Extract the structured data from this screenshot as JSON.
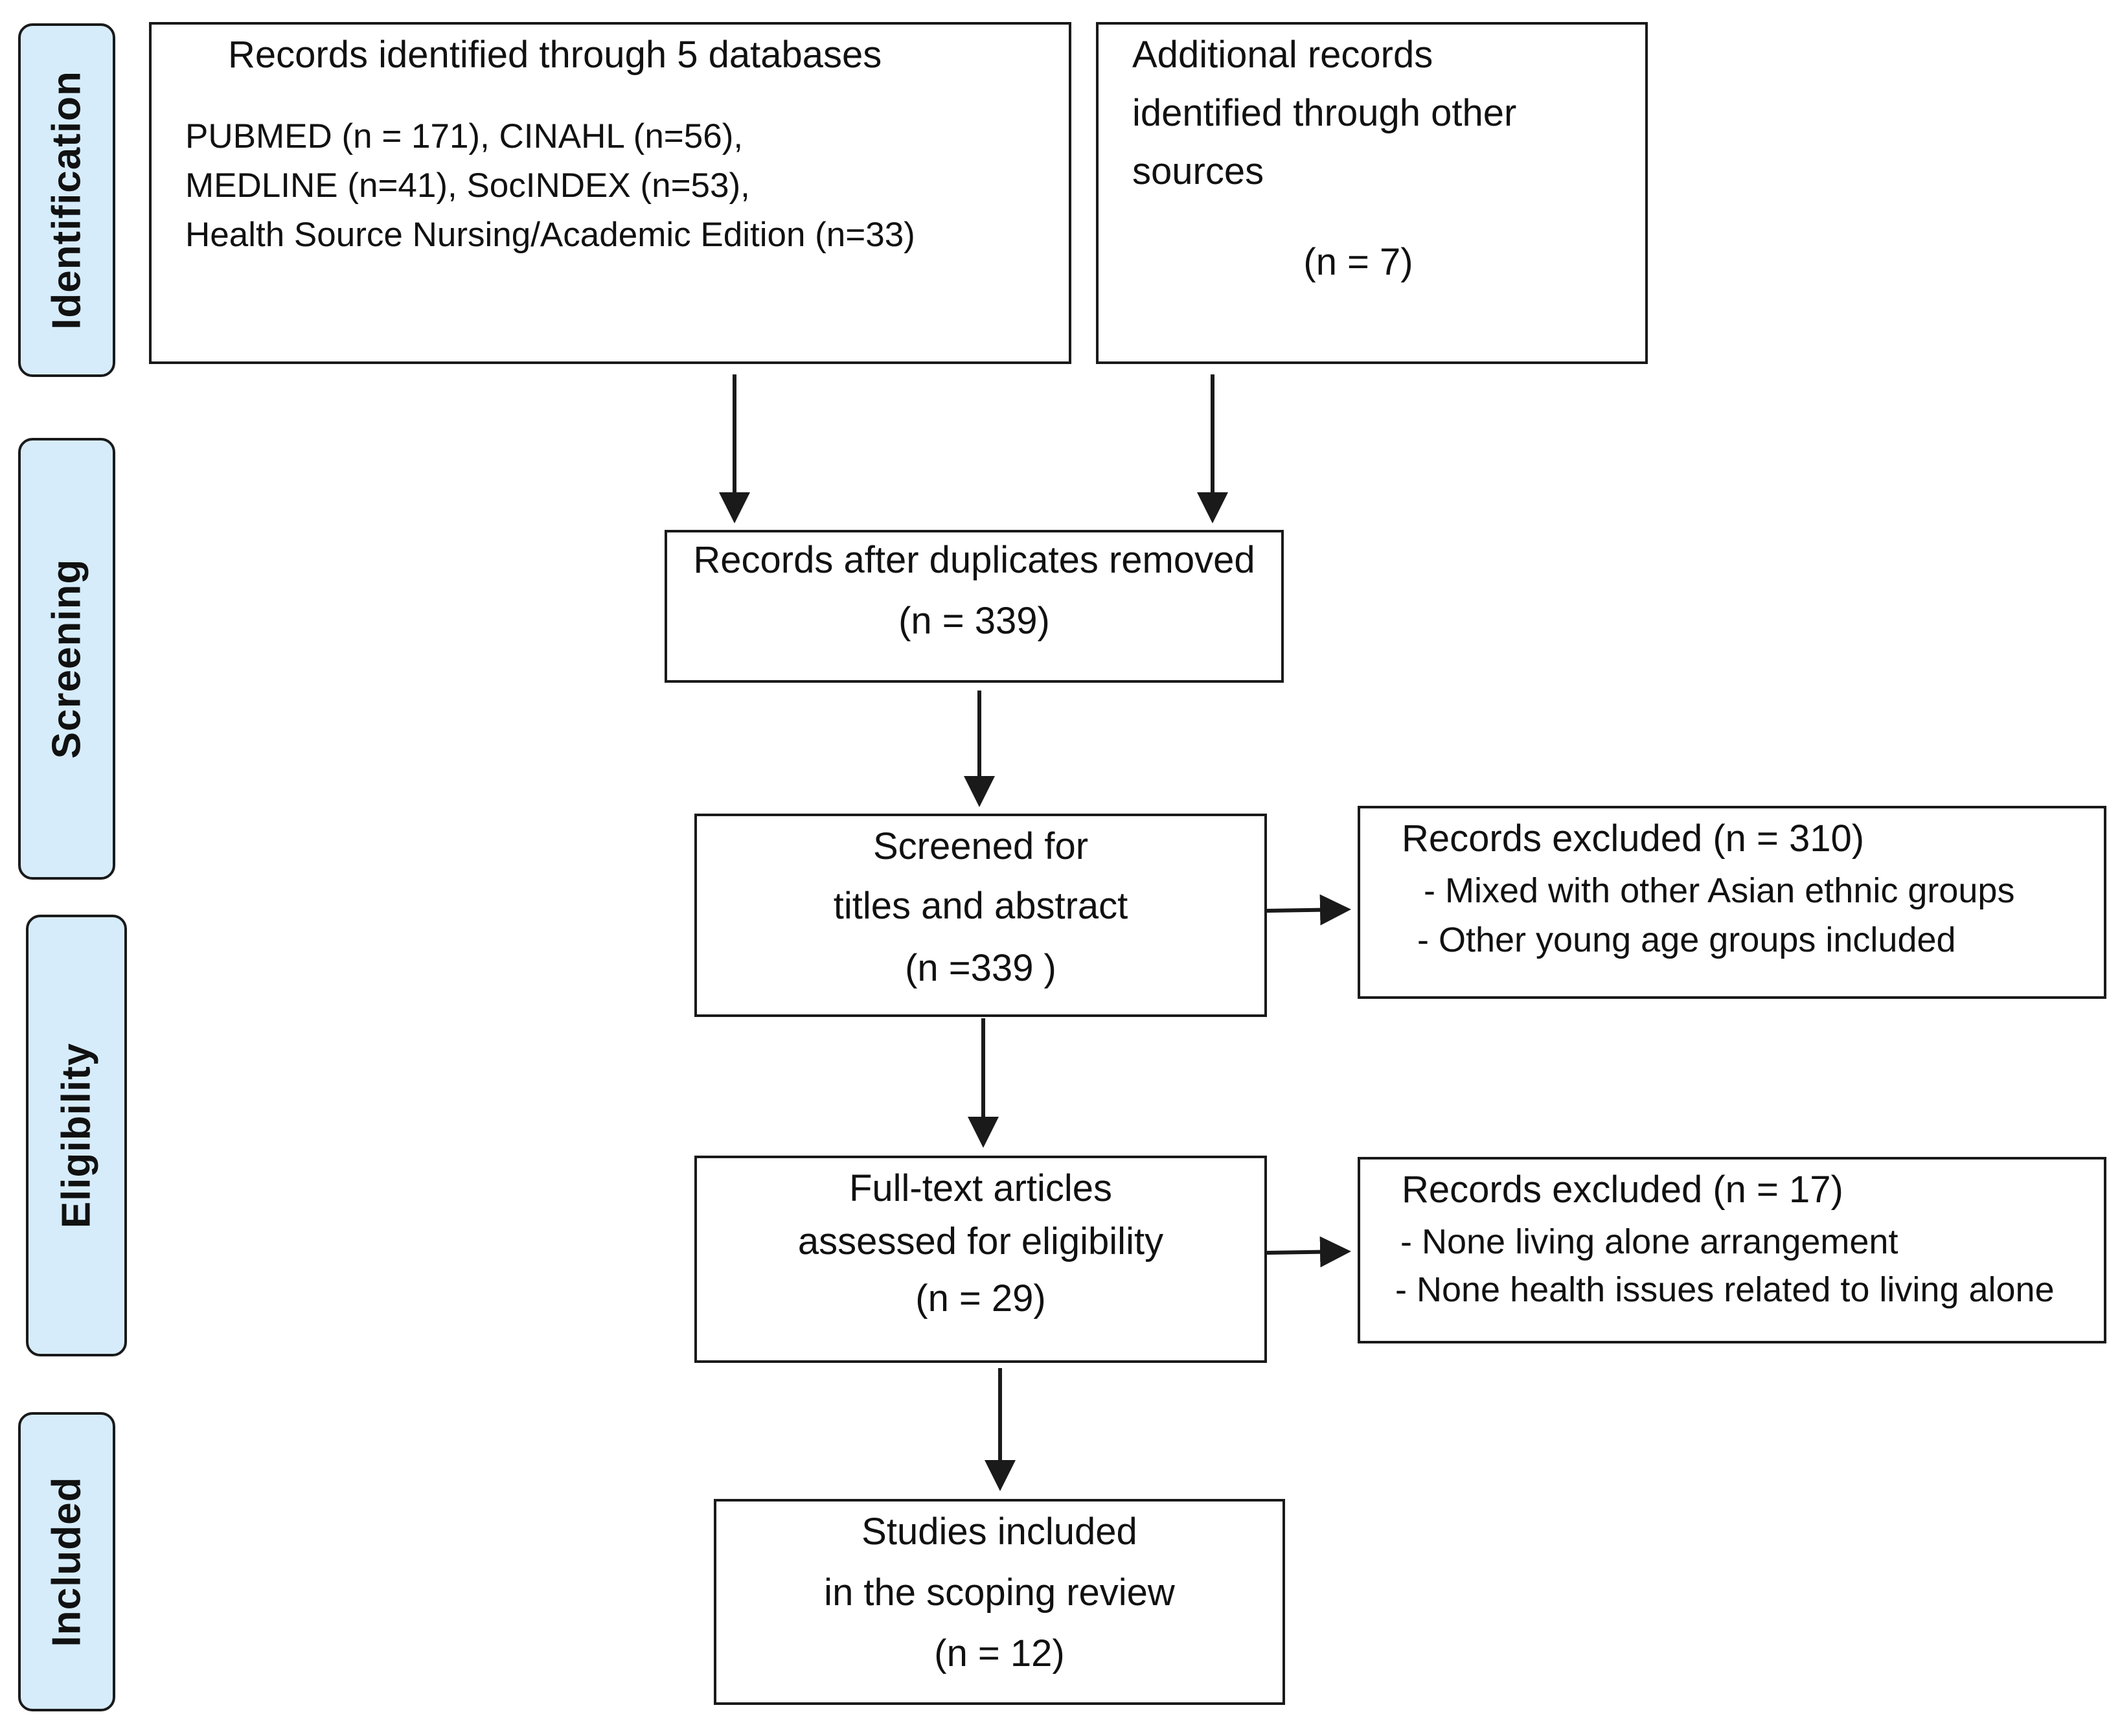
{
  "phases": {
    "identification": "Identification",
    "screening": "Screening",
    "eligibility": "Eligibility",
    "included": "Included"
  },
  "databases": {
    "title": "Records identified  through  5 databases",
    "line1": "PUBMED (n = 171), CINAHL (n=56),",
    "line2": "MEDLINE (n=41), SocINDEX (n=53),",
    "line3": "Health Source Nursing/Academic Edition (n=33)"
  },
  "other_sources": {
    "line1": "Additional  records",
    "line2": "identified  through  other",
    "line3": "sources",
    "count": "(n = 7)"
  },
  "duplicates": {
    "line1": "Records after duplicates  removed",
    "line2": "(n = 339)"
  },
  "screened": {
    "line1": "Screened for",
    "line2": "titles and abstract",
    "line3": "(n =339 )"
  },
  "excluded_screen": {
    "title": "Records  excluded (n = 310)",
    "item1": "- Mixed with other Asian ethnic groups",
    "item2": "- Other young age groups included"
  },
  "fulltext": {
    "line1": "Full-text  articles",
    "line2": "assessed for eligibility",
    "line3": "(n = 29)"
  },
  "excluded_full": {
    "title": "Records  excluded (n = 17)",
    "item1": "- None living alone arrangement",
    "item2": "- None health issues related to living alone"
  },
  "included": {
    "line1": "Studies included",
    "line2": "in the scoping review",
    "line3": "(n = 12)"
  },
  "colors": {
    "phase_fill": "#d6ecfb",
    "stroke": "#1a1a1a"
  }
}
